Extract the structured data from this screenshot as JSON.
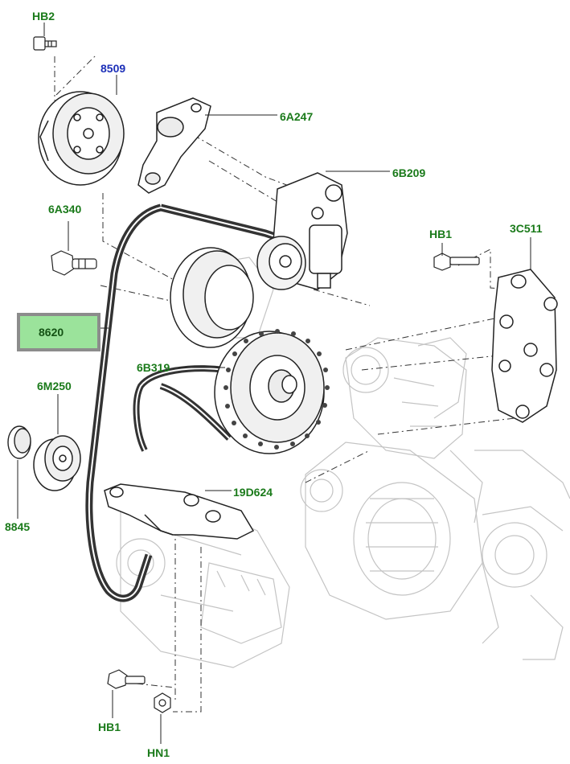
{
  "diagram": {
    "callouts": {
      "hb2": "HB2",
      "p8509": "8509",
      "p6a247": "6A247",
      "p6b209": "6B209",
      "p6a340": "6A340",
      "hb1_top": "HB1",
      "p3c511": "3C511",
      "p8620": "8620",
      "p6b319": "6B319",
      "p6m250": "6M250",
      "p19d624": "19D624",
      "p8845": "8845",
      "hb1_bottom": "HB1",
      "hn1": "HN1"
    },
    "selected_part": "8620",
    "colors": {
      "label_green": "#1a7a1a",
      "label_blue": "#1c2fb8",
      "highlight_fill": "#9be39b",
      "highlight_border": "#8c8c8c"
    }
  }
}
